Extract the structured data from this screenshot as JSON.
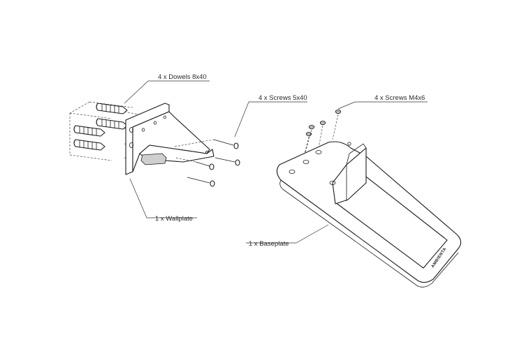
{
  "labels": {
    "dowels": "4 x Dowels 8x40",
    "screws_wood": "4 x Screws 5x40",
    "screws_metric": "4 x Screws M4x6",
    "wallplate": "1 x Wallplate",
    "baseplate": "1 x Baseplate"
  },
  "brand_mark": "AMBIENTA"
}
